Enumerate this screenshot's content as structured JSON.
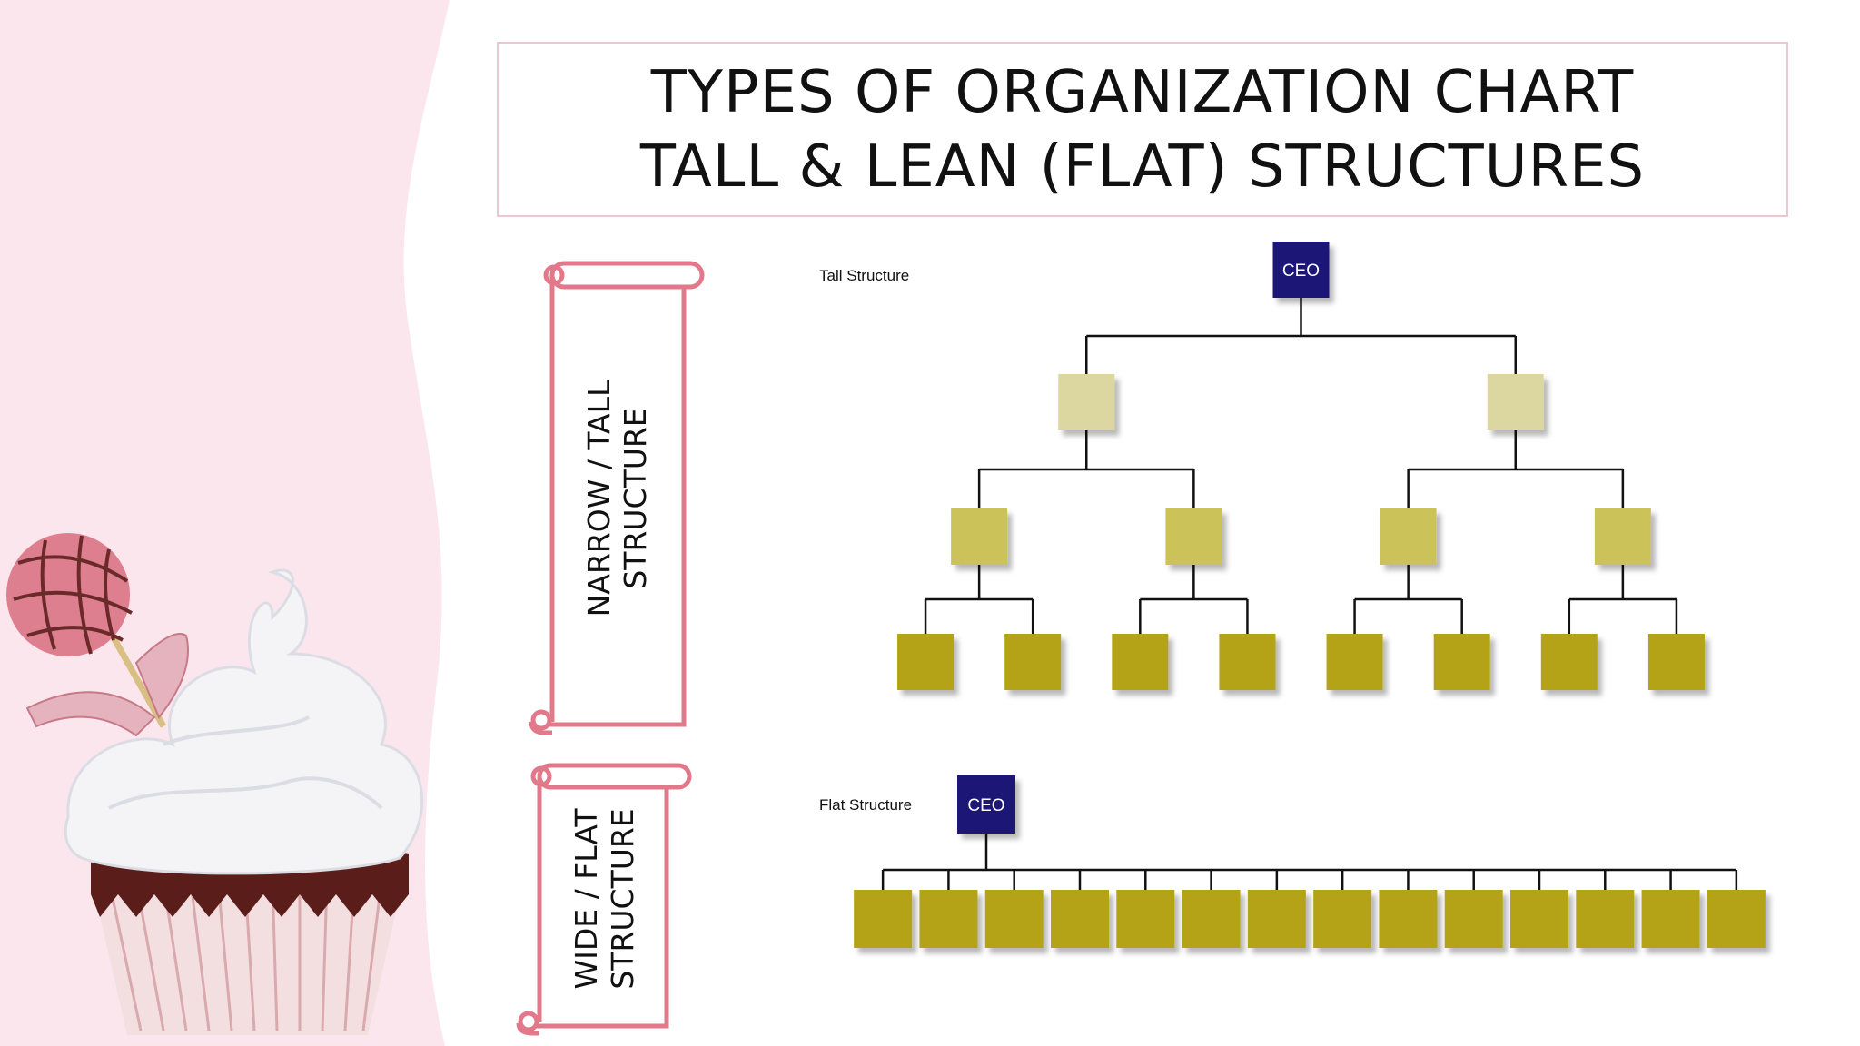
{
  "title": {
    "line1": "TYPES OF ORGANIZATION CHART",
    "line2": "TALL & LEAN (FLAT) STRUCTURES"
  },
  "scrolls": {
    "tall": {
      "line1": "NARROW / TALL",
      "line2": "STRUCTURE"
    },
    "flat": {
      "line1": "WIDE / FLAT",
      "line2": "STRUCTURE"
    }
  },
  "tall_structure": {
    "label": "Tall Structure",
    "root_label": "CEO",
    "levels": [
      1,
      2,
      4,
      8
    ],
    "level_colors": [
      "#1b1276",
      "#dcd7a0",
      "#cbc35a",
      "#b4a314"
    ]
  },
  "flat_structure": {
    "label": "Flat Structure",
    "root_label": "CEO",
    "subordinates": 14,
    "root_color": "#1b1276",
    "node_color": "#b4a314"
  },
  "colors": {
    "accent_pink": "#e2798a",
    "background_pink": "#fbe6ee",
    "line": "#111111"
  }
}
